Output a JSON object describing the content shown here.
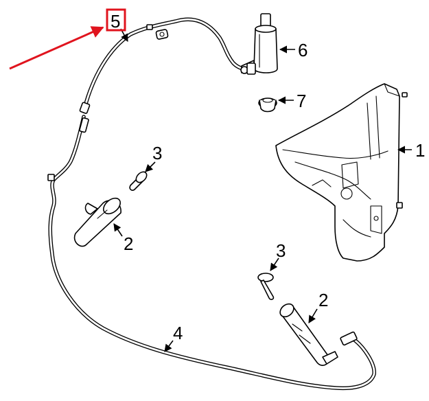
{
  "callouts": {
    "reservoir": "1",
    "nozzle_left": "2",
    "nozzle_right": "2",
    "plug_left": "3",
    "plug_right": "3",
    "hose_lower": "4",
    "hose_upper": "5",
    "pump": "6",
    "grommet": "7"
  },
  "colors": {
    "highlight": "#e0141e",
    "line": "#000000",
    "background": "#ffffff"
  }
}
